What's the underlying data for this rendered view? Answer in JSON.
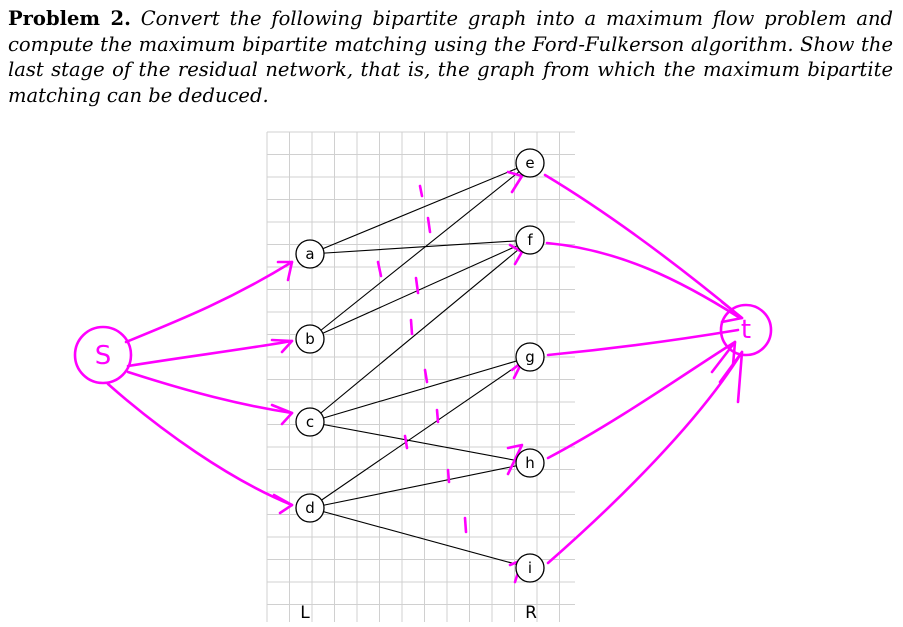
{
  "problem": {
    "number": "Problem 2.",
    "text": "Convert the following bipartite graph into a maximum flow problem and compute the maximum bipartite matching using the Ford-Fulkerson algorithm. Show the last stage of the residual network, that is, the graph from which the maximum bipartite matching can be deduced."
  },
  "graph": {
    "left_nodes": [
      "a",
      "b",
      "c",
      "d"
    ],
    "right_nodes": [
      "e",
      "f",
      "g",
      "h",
      "i"
    ],
    "left_side_label": "L",
    "right_side_label": "R",
    "edges": [
      [
        "a",
        "e"
      ],
      [
        "a",
        "f"
      ],
      [
        "b",
        "e"
      ],
      [
        "b",
        "f"
      ],
      [
        "c",
        "f"
      ],
      [
        "c",
        "g"
      ],
      [
        "c",
        "h"
      ],
      [
        "d",
        "g"
      ],
      [
        "d",
        "h"
      ],
      [
        "d",
        "i"
      ]
    ]
  },
  "handwriting": {
    "source_label": "S",
    "sink_label": "t",
    "ink_color": "#ff00ff"
  }
}
